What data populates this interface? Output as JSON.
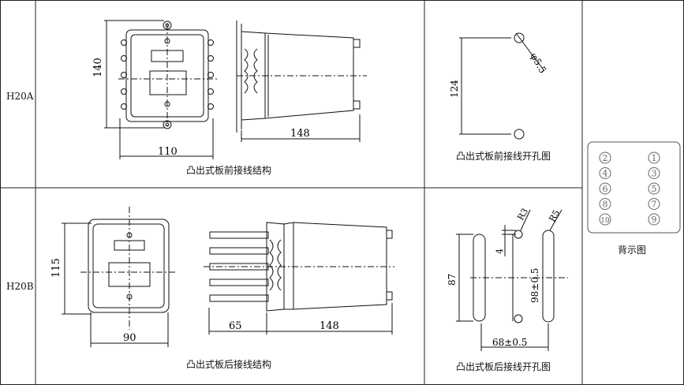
{
  "rows": [
    {
      "model": "H20A"
    },
    {
      "model": "H20B"
    }
  ],
  "captions": {
    "front_structure": "凸出式板前接线结构",
    "front_cutout": "凸出式板前接线开孔图",
    "rear_structure": "凸出式板后接线结构",
    "rear_cutout": "凸出式板后接线开孔图",
    "back_view": "背示图"
  },
  "dimensions": {
    "a_height": "140",
    "a_width": "110",
    "a_depth": "148",
    "a_hole_spacing": "124",
    "a_hole_dia": "φ5.5",
    "b_height": "115",
    "b_width": "90",
    "b_depth_front": "65",
    "b_depth": "148",
    "b_slot_height": "87",
    "b_slot_spacing": "98±0.5",
    "b_slot_offset": "68±0.5",
    "b_step": "4",
    "b_r3": "R3",
    "b_r5": "R5"
  },
  "terminals": {
    "left": [
      "2",
      "4",
      "6",
      "8",
      "10"
    ],
    "right": [
      "1",
      "3",
      "5",
      "7",
      "9"
    ]
  }
}
